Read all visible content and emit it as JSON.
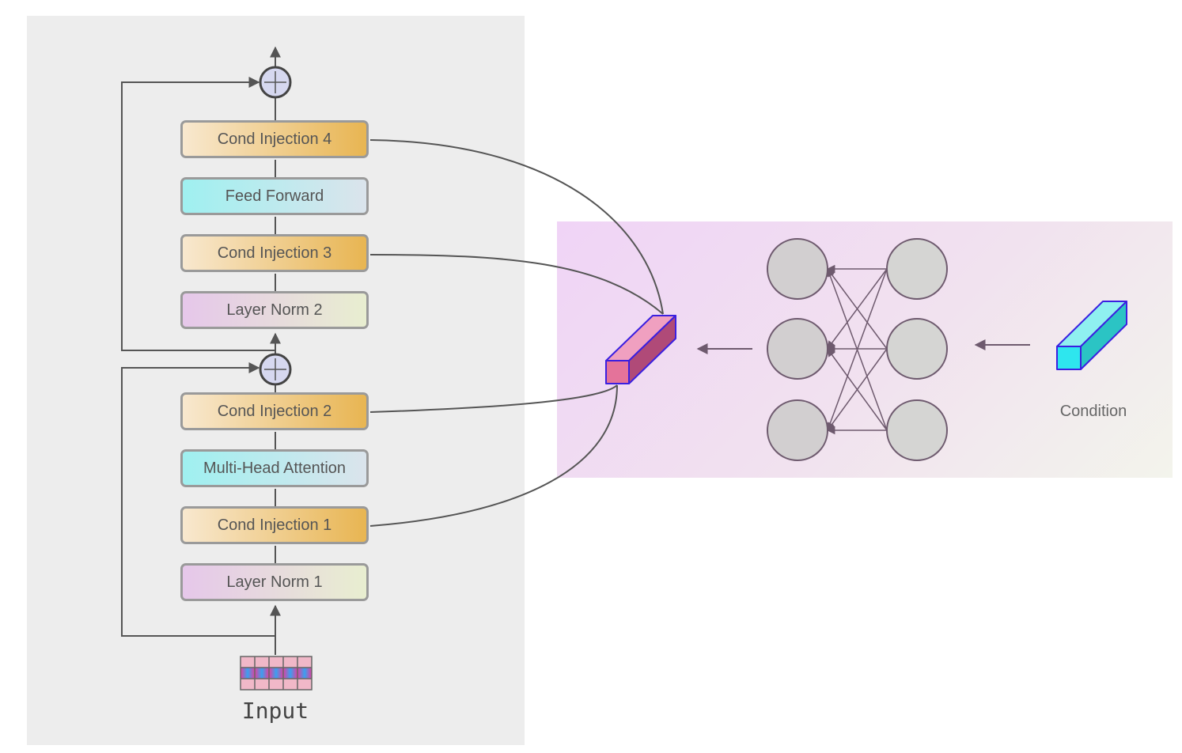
{
  "blocks": {
    "cond_injection_4": "Cond Injection 4",
    "feed_forward": "Feed Forward",
    "cond_injection_3": "Cond Injection 3",
    "layer_norm_2": "Layer Norm 2",
    "cond_injection_2": "Cond Injection 2",
    "multi_head_attention": "Multi-Head Attention",
    "cond_injection_1": "Cond Injection 1",
    "layer_norm_1": "Layer Norm 1"
  },
  "input_label": "Input",
  "condition_label": "Condition",
  "colors": {
    "block_panel": "#ededed",
    "cond_injection": "#e8b552",
    "feed_forward": "#9ff0f0",
    "layer_norm": "#e6c7ea",
    "embedding_cube": "#e4739a",
    "condition_cube": "#2ee6ee",
    "mlp_node": "#d2cfd0"
  }
}
